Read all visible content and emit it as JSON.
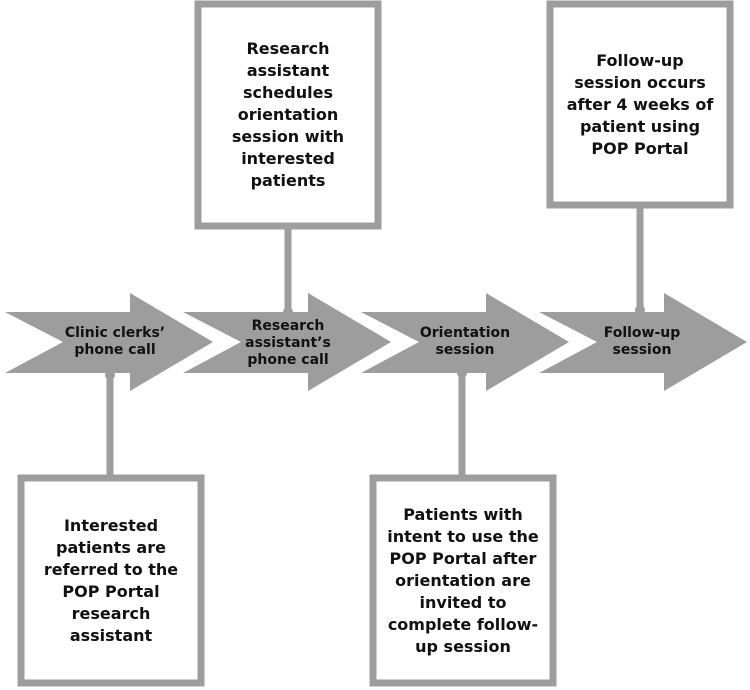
{
  "colors": {
    "shape": "#9d9d9d",
    "text": "#111111",
    "box_fill": "#ffffff"
  },
  "stages": [
    {
      "label": "Clinic clerks’\nphone call"
    },
    {
      "label": "Research\nassistant’s\nphone call"
    },
    {
      "label": "Orientation\nsession"
    },
    {
      "label": "Follow-up\nsession"
    }
  ],
  "notes": {
    "clinic_clerks": "Interested\npatients are\nreferred to the\nPOP Portal\nresearch\nassistant",
    "research_assistant": "Research\nassistant\nschedules\norientation\nsession with\ninterested\npatients",
    "orientation": "Patients with\nintent to use the\nPOP Portal after\norientation are\ninvited to\ncomplete follow-\nup session",
    "follow_up": "Follow-up\nsession occurs\nafter 4 weeks of\npatient using\nPOP Portal"
  }
}
